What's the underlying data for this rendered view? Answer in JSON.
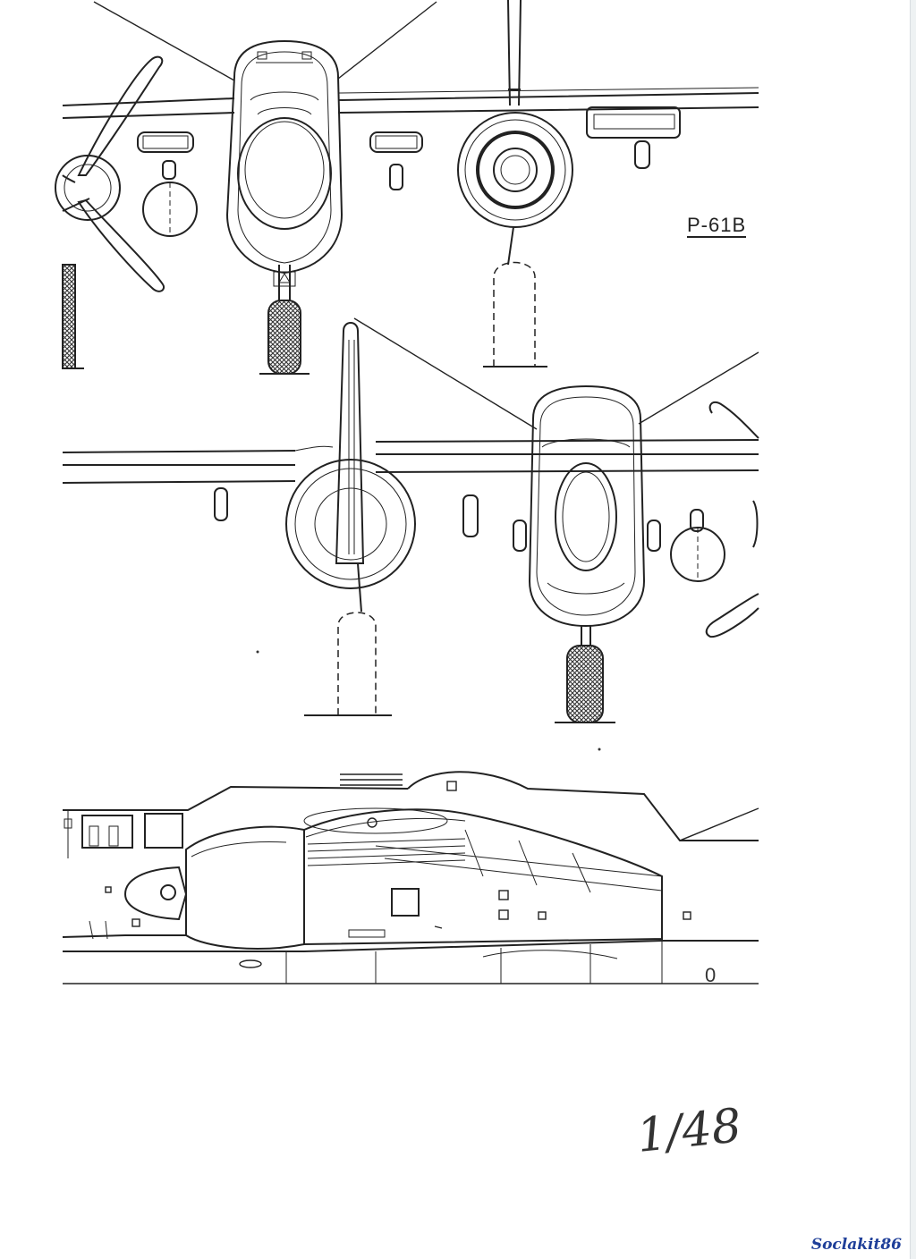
{
  "drawing": {
    "model": "P-61B",
    "scale": "1/48"
  },
  "watermark": "Soclakit86"
}
